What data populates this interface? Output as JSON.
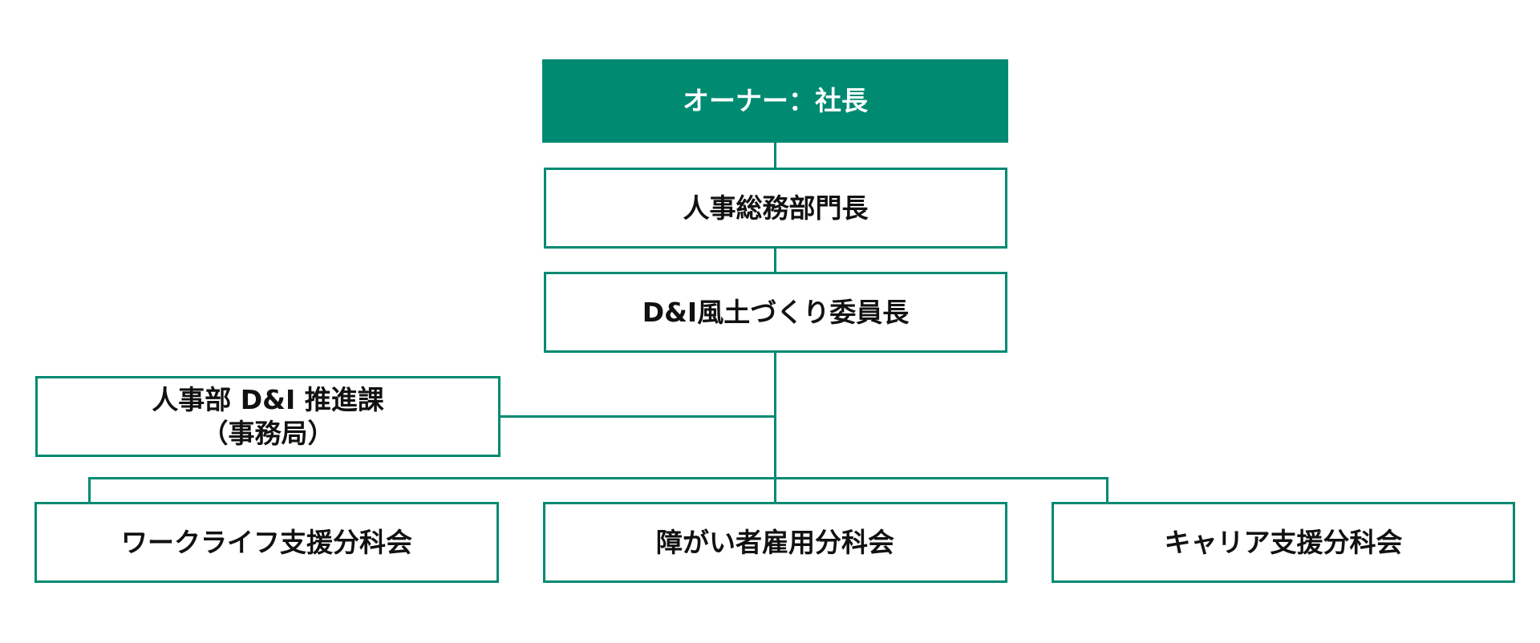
{
  "org_chart": {
    "owner": "オーナー：社長",
    "hr_general_affairs_head": "人事総務部門長",
    "di_committee_chair": "D&I風土づくり委員長",
    "secretariat": {
      "line1": "人事部 D&I 推進課",
      "line2": "（事務局）"
    },
    "subcommittees": [
      "ワークライフ支援分科会",
      "障がい者雇用分科会",
      "キャリア支援分科会"
    ]
  },
  "colors": {
    "accent": "#008a72",
    "owner_text": "#ffffff",
    "text": "#111111"
  }
}
